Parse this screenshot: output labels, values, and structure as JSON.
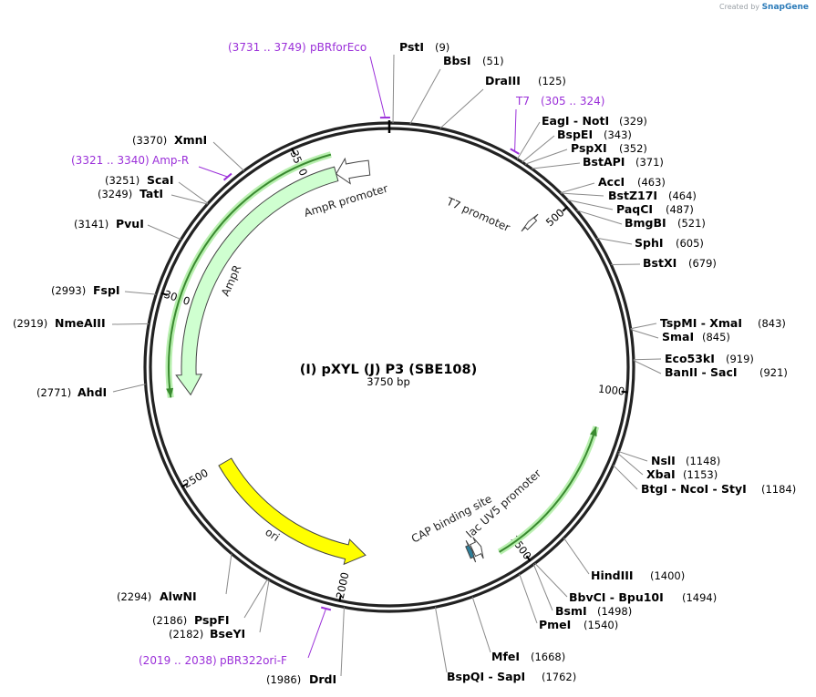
{
  "watermark": {
    "prefix": "Created by",
    "brand": "SnapGene"
  },
  "map": {
    "title": "(I) pXYL (J) P3 (SBE108)",
    "length_label": "3750 bp",
    "total_bp": 3750
  },
  "ticks": [
    {
      "label": "500",
      "bp": 500
    },
    {
      "label": "1000",
      "bp": 1000
    },
    {
      "label": "1500",
      "bp": 1500
    },
    {
      "label": "2000",
      "bp": 2000
    },
    {
      "label": "2500",
      "bp": 2500
    },
    {
      "label": "3000",
      "bp": 3000
    },
    {
      "label": "3500",
      "bp": 3500
    }
  ],
  "enzymes": [
    {
      "name": "PstI",
      "pos": "(9)",
      "bp": 9
    },
    {
      "name": "BbsI",
      "pos": "(51)",
      "bp": 51
    },
    {
      "name": "DraIII",
      "pos": "(125)",
      "bp": 125
    },
    {
      "name": "EagI - NotI",
      "pos": "(329)",
      "bp": 329
    },
    {
      "name": "BspEI",
      "pos": "(343)",
      "bp": 343
    },
    {
      "name": "PspXI",
      "pos": "(352)",
      "bp": 352
    },
    {
      "name": "BstAPI",
      "pos": "(371)",
      "bp": 371
    },
    {
      "name": "AccI",
      "pos": "(463)",
      "bp": 463
    },
    {
      "name": "BstZ17I",
      "pos": "(464)",
      "bp": 464
    },
    {
      "name": "PaqCI",
      "pos": "(487)",
      "bp": 487
    },
    {
      "name": "BmgBI",
      "pos": "(521)",
      "bp": 521
    },
    {
      "name": "SphI",
      "pos": "(605)",
      "bp": 605
    },
    {
      "name": "BstXI",
      "pos": "(679)",
      "bp": 679
    },
    {
      "name": "TspMI - XmaI",
      "pos": "(843)",
      "bp": 843
    },
    {
      "name": "SmaI",
      "pos": "(845)",
      "bp": 845
    },
    {
      "name": "Eco53kI",
      "pos": "(919)",
      "bp": 919
    },
    {
      "name": "BanII - SacI",
      "pos": "(921)",
      "bp": 921
    },
    {
      "name": "NslI",
      "pos": "(1148)",
      "bp": 1148
    },
    {
      "name": "XbaI",
      "pos": "(1153)",
      "bp": 1153
    },
    {
      "name": "BtgI - NcoI - StyI",
      "pos": "(1184)",
      "bp": 1184
    },
    {
      "name": "HindIII",
      "pos": "(1400)",
      "bp": 1400
    },
    {
      "name": "BbvCI - Bpu10I",
      "pos": "(1494)",
      "bp": 1494
    },
    {
      "name": "BsmI",
      "pos": "(1498)",
      "bp": 1498
    },
    {
      "name": "PmeI",
      "pos": "(1540)",
      "bp": 1540
    },
    {
      "name": "MfeI",
      "pos": "(1668)",
      "bp": 1668
    },
    {
      "name": "BspQI - SapI",
      "pos": "(1762)",
      "bp": 1762
    },
    {
      "name": "DrdI",
      "pos": "(1986)",
      "bp": 1986
    },
    {
      "name": "BseYI",
      "pos": "(2182)",
      "bp": 2182
    },
    {
      "name": "PspFI",
      "pos": "(2186)",
      "bp": 2186
    },
    {
      "name": "AlwNI",
      "pos": "(2294)",
      "bp": 2294
    },
    {
      "name": "AhdI",
      "pos": "(2771)",
      "bp": 2771
    },
    {
      "name": "NmeAIII",
      "pos": "(2919)",
      "bp": 2919
    },
    {
      "name": "FspI",
      "pos": "(2993)",
      "bp": 2993
    },
    {
      "name": "PvuI",
      "pos": "(3141)",
      "bp": 3141
    },
    {
      "name": "TatI",
      "pos": "(3249)",
      "bp": 3249
    },
    {
      "name": "ScaI",
      "pos": "(3251)",
      "bp": 3251
    },
    {
      "name": "XmnI",
      "pos": "(3370)",
      "bp": 3370
    }
  ],
  "primers": [
    {
      "name": "pBRforEco",
      "range": "(3731 .. 3749)",
      "bp": 3740
    },
    {
      "name": "T7",
      "range": "(305 .. 324)",
      "bp": 314
    },
    {
      "name": "Amp-R",
      "range": "(3321 .. 3340)",
      "bp": 3330
    },
    {
      "name": "pBR322ori-F",
      "range": "(2019 .. 2038)",
      "bp": 2028
    }
  ],
  "features": [
    {
      "name": "AmpR",
      "start": 3590,
      "end": 2730,
      "color": "#cfffd0"
    },
    {
      "name": "AmpR promoter",
      "start": 3690,
      "end": 3590,
      "color": "#ffffff"
    },
    {
      "name": "T7 promoter",
      "start": 470,
      "end": 455,
      "color": "#ffffff"
    },
    {
      "name": "ori",
      "start": 2500,
      "end": 1950,
      "color": "#ffff00"
    },
    {
      "name": "CAP binding site",
      "start": 1635,
      "end": 1622,
      "color": "#2e7f9b"
    },
    {
      "name": "lac UV5 promoter",
      "start": 1620,
      "end": 1593,
      "color": "#ffffff"
    },
    {
      "name": "",
      "start": 1555,
      "end": 1105,
      "color": "#3a8a30"
    }
  ]
}
